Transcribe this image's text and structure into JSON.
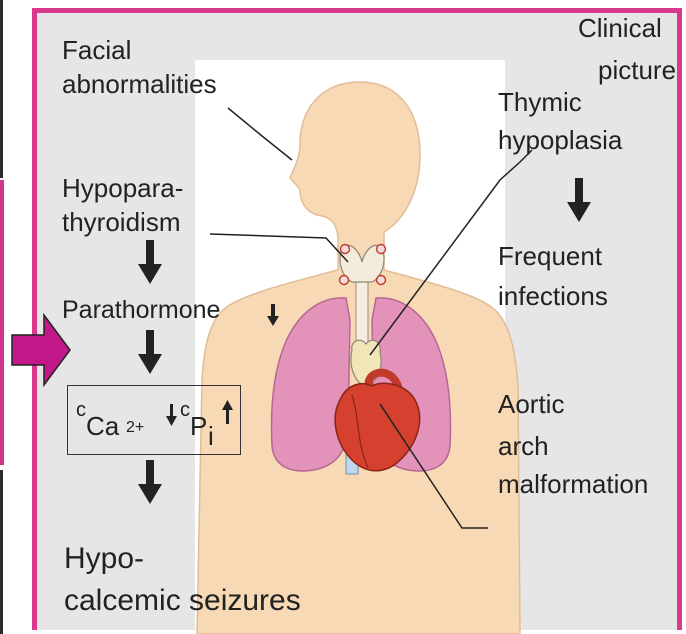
{
  "labels": {
    "facial": [
      "Facial",
      "abnormalities"
    ],
    "clinical": [
      "Clinical",
      "picture"
    ],
    "thymic": [
      "Thymic",
      "hypoplasia"
    ],
    "hypopara": [
      "Hypopara-",
      "thyroidism"
    ],
    "frequent": [
      "Frequent",
      "infections"
    ],
    "parathormone": "Parathormone",
    "ca_c": "c",
    "ca_sub": "Ca",
    "ca_sup": "2+",
    "pi_c": "c",
    "pi_sub": "P",
    "pi_subsub": "i",
    "aortic": [
      "Aortic",
      "arch",
      "malformation"
    ],
    "seizures": [
      "Hypo-",
      "calcemic seizures"
    ]
  },
  "colors": {
    "frame": "#d93a8c",
    "background": "#e6e6e6",
    "arrow": "#c2188a",
    "skin": "#f7d9b5",
    "lung": "#e392b9",
    "heart": "#d6402f"
  }
}
